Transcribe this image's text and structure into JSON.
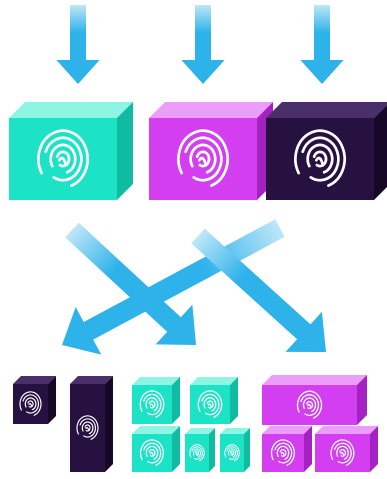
{
  "colors": {
    "arrow": "#2db2ea",
    "arrow_light": "#bfe7f8",
    "teal": "#1de3c6",
    "teal_dark": "#10bba1",
    "teal_light": "#8ef4e4",
    "magenta": "#d23ef0",
    "magenta_dark": "#a422c4",
    "magenta_light": "#ec9cf9",
    "navy": "#271141",
    "navy_dark": "#170828",
    "navy_light": "#4a2f6b",
    "print": "#ffffff"
  },
  "icons": {
    "arrow": "down-arrow-icon",
    "box": "fingerprint-box-icon",
    "print": "fingerprint-icon"
  },
  "top_boxes": [
    "teal",
    "magenta",
    "navy"
  ],
  "bottom_groups": [
    {
      "name": "navy-group",
      "color": "navy",
      "box_count": 2
    },
    {
      "name": "teal-group",
      "color": "teal",
      "box_count": 5
    },
    {
      "name": "magenta-group",
      "color": "magenta",
      "box_count": 3
    }
  ]
}
